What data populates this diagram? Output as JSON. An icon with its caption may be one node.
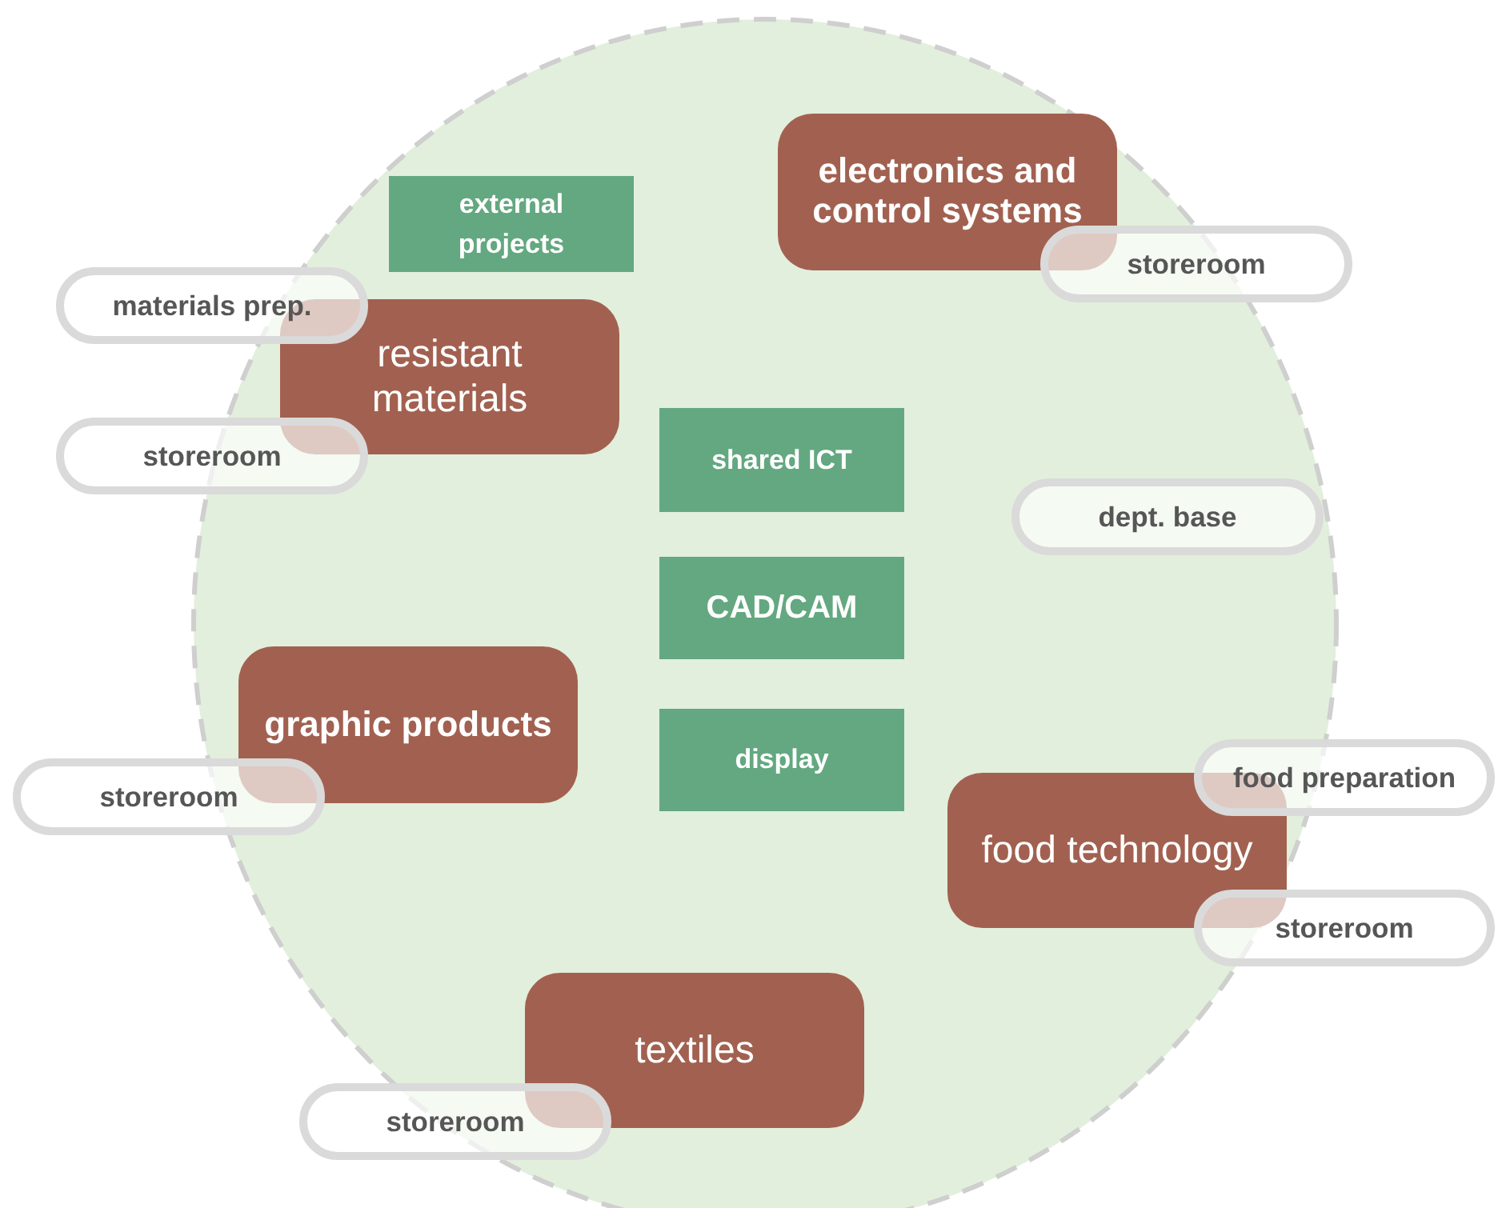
{
  "diagram": {
    "nodes": [
      {
        "text": [
          "electronics and control systems"
        ]
      },
      {
        "text": [
          "storeroom"
        ]
      },
      {
        "text": [
          "external projects"
        ]
      },
      {
        "text": [
          "materials prep."
        ]
      },
      {
        "text": [
          "resistant materials"
        ]
      },
      {
        "text": [
          "storeroom"
        ]
      },
      {
        "text": [
          "shared ICT"
        ]
      },
      {
        "text": [
          "dept. base"
        ]
      },
      {
        "text": [
          "CAD/CAM"
        ]
      },
      {
        "text": [
          "graphic products"
        ]
      },
      {
        "text": [
          "storeroom"
        ]
      },
      {
        "text": [
          "display"
        ]
      },
      {
        "text": [
          "food technology"
        ]
      },
      {
        "text": [
          "food preparation"
        ]
      },
      {
        "text": [
          "storeroom"
        ]
      },
      {
        "text": [
          "textiles"
        ]
      },
      {
        "text": [
          "storeroom"
        ]
      }
    ],
    "edges": []
  }
}
